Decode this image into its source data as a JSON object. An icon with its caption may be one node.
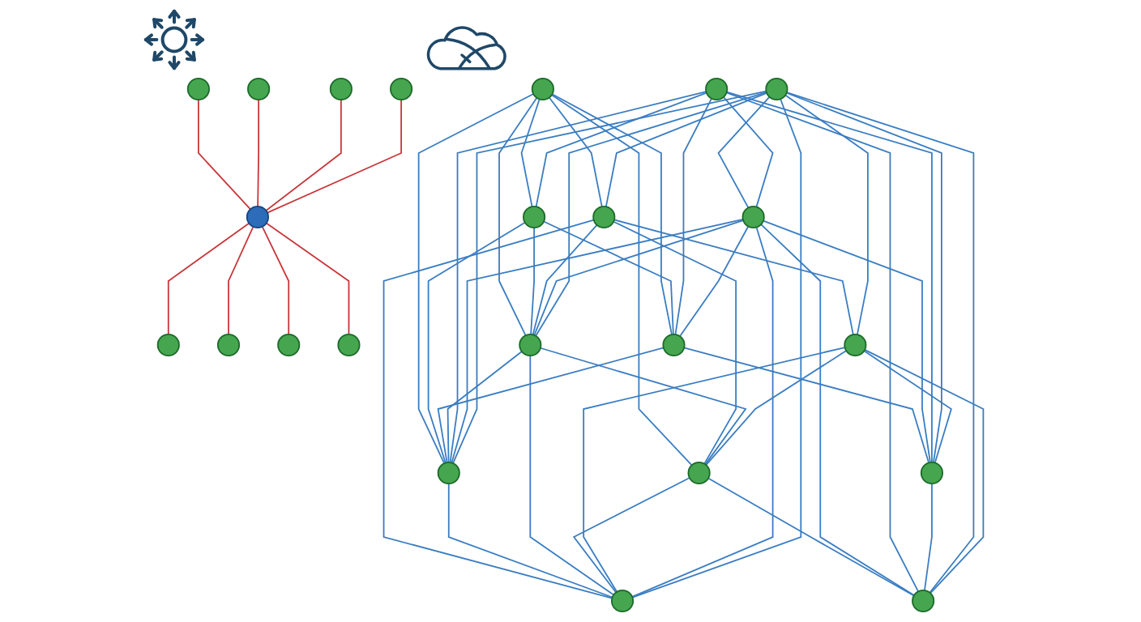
{
  "diagram": {
    "nodes": [
      {
        "text": [],
        "shape": "circle"
      },
      {
        "text": [],
        "shape": "circle"
      },
      {
        "text": [],
        "shape": "circle"
      },
      {
        "text": [],
        "shape": "circle"
      },
      {
        "text": [],
        "shape": "circle"
      },
      {
        "text": [],
        "shape": "circle"
      },
      {
        "text": [],
        "shape": "circle"
      },
      {
        "text": [],
        "shape": "circle"
      },
      {
        "text": [],
        "shape": "circle"
      },
      {
        "text": [],
        "shape": "circle"
      },
      {
        "text": [],
        "shape": "circle"
      },
      {
        "text": [],
        "shape": "circle"
      },
      {
        "text": [],
        "shape": "circle"
      },
      {
        "text": [],
        "shape": "circle"
      },
      {
        "text": [],
        "shape": "circle"
      },
      {
        "text": [],
        "shape": "circle"
      },
      {
        "text": [],
        "shape": "circle"
      },
      {
        "text": [],
        "shape": "circle"
      },
      {
        "text": [],
        "shape": "circle"
      },
      {
        "text": [],
        "shape": "circle"
      },
      {
        "text": [],
        "shape": "circle"
      },
      {
        "text": [],
        "shape": "circle"
      },
      {
        "text": [],
        "shape": "circle"
      }
    ],
    "edges": [
      {
        "from": 0,
        "to": 4,
        "arrow": "none",
        "color": "#c8373a"
      },
      {
        "from": 1,
        "to": 4,
        "arrow": "none",
        "color": "#c8373a"
      },
      {
        "from": 2,
        "to": 4,
        "arrow": "none",
        "color": "#c8373a"
      },
      {
        "from": 3,
        "to": 4,
        "arrow": "none",
        "color": "#c8373a"
      },
      {
        "from": 4,
        "to": 5,
        "arrow": "none",
        "color": "#c8373a"
      },
      {
        "from": 4,
        "to": 6,
        "arrow": "none",
        "color": "#c8373a"
      },
      {
        "from": 4,
        "to": 7,
        "arrow": "none",
        "color": "#c8373a"
      },
      {
        "from": 4,
        "to": 8,
        "arrow": "none",
        "color": "#c8373a"
      },
      {
        "from": 9,
        "to": 10,
        "arrow": "none"
      },
      {
        "from": 9,
        "to": 11,
        "arrow": "none"
      },
      {
        "from": 9,
        "to": 13,
        "arrow": "none"
      },
      {
        "from": 9,
        "to": 14,
        "arrow": "none"
      },
      {
        "from": 9,
        "to": 12,
        "arrow": "none"
      },
      {
        "from": 9,
        "to": 15,
        "arrow": "none"
      },
      {
        "from": 10,
        "to": 12,
        "arrow": "none"
      },
      {
        "from": 10,
        "to": 13,
        "arrow": "none"
      },
      {
        "from": 18,
        "to": 10,
        "arrow": "none"
      },
      {
        "from": 10,
        "to": 14,
        "arrow": "none"
      },
      {
        "from": 11,
        "to": 12,
        "arrow": "none"
      },
      {
        "from": 19,
        "to": 11,
        "arrow": "none"
      },
      {
        "from": 11,
        "to": 16,
        "arrow": "none"
      },
      {
        "from": 11,
        "to": 20,
        "arrow": "none"
      },
      {
        "from": 11,
        "to": 15,
        "arrow": "none"
      },
      {
        "from": 13,
        "to": 14,
        "arrow": "none"
      },
      {
        "from": 18,
        "to": 13,
        "arrow": "none"
      },
      {
        "from": 13,
        "to": 21,
        "arrow": "none"
      },
      {
        "from": 17,
        "to": 13,
        "arrow": "none"
      },
      {
        "from": 12,
        "to": 14,
        "arrow": "none"
      },
      {
        "from": 18,
        "to": 14,
        "arrow": "none"
      },
      {
        "from": 17,
        "to": 14,
        "arrow": "none"
      },
      {
        "from": 14,
        "to": 16,
        "arrow": "none"
      },
      {
        "from": 19,
        "to": 14,
        "arrow": "none"
      },
      {
        "from": 17,
        "to": 12,
        "arrow": "none"
      },
      {
        "from": 19,
        "to": 12,
        "arrow": "none"
      },
      {
        "from": 12,
        "to": 16,
        "arrow": "none"
      },
      {
        "from": 12,
        "to": 15,
        "arrow": "none"
      },
      {
        "from": 15,
        "to": 16,
        "arrow": "none"
      },
      {
        "from": 15,
        "to": 22,
        "arrow": "none"
      },
      {
        "from": 20,
        "to": 15,
        "arrow": "none"
      },
      {
        "from": 20,
        "to": 16,
        "arrow": "none"
      },
      {
        "from": 17,
        "to": 16,
        "arrow": "none"
      },
      {
        "from": 19,
        "to": 16,
        "arrow": "none"
      },
      {
        "from": 19,
        "to": 17,
        "arrow": "none"
      },
      {
        "from": 18,
        "to": 17,
        "arrow": "none"
      },
      {
        "from": 17,
        "to": 21,
        "arrow": "none"
      },
      {
        "from": 17,
        "to": 22,
        "arrow": "none"
      },
      {
        "from": 18,
        "to": 21,
        "arrow": "none"
      },
      {
        "from": 18,
        "to": 22,
        "arrow": "none"
      },
      {
        "from": 19,
        "to": 21,
        "arrow": "none"
      },
      {
        "from": 20,
        "to": 21,
        "arrow": "none"
      },
      {
        "from": 21,
        "to": 22,
        "arrow": "none"
      },
      {
        "from": 19,
        "to": 22,
        "arrow": "none"
      },
      {
        "from": 19,
        "to": 20,
        "arrow": "none"
      },
      {
        "from": 20,
        "to": 22,
        "arrow": "none"
      }
    ]
  }
}
